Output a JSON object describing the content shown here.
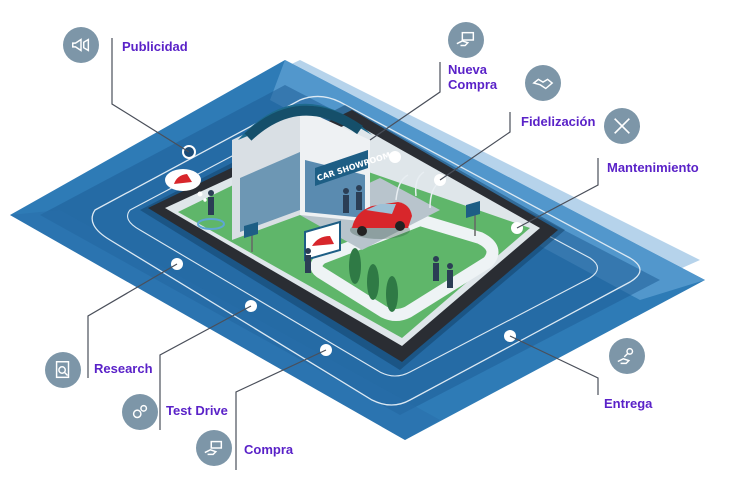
{
  "diagram": {
    "colors": {
      "label": "#5a22c8",
      "icon_bg": "#7d96a8",
      "line": "#4a4f5a",
      "board_outer": "#2e7bb6",
      "board_inner": "#1f5f98",
      "board_top": "#a9cbe8",
      "grass": "#5fb66a",
      "path": "#e8eef0",
      "car": "#d8262b",
      "roof": "#1d6a8c"
    },
    "showroom_sign": "CAR SHOWROOM",
    "labels": {
      "publicidad": "Publicidad",
      "nueva_compra_line1": "Nueva",
      "nueva_compra_line2": "Compra",
      "fidelizacion": "Fidelización",
      "mantenimiento": "Mantenimiento",
      "research": "Research",
      "test_drive": "Test Drive",
      "compra": "Compra",
      "entrega": "Entrega"
    },
    "icons": {
      "publicidad": "megaphone-icon",
      "nueva_compra": "money-hand-icon",
      "fidelizacion": "handshake-icon",
      "mantenimiento": "tools-icon",
      "research": "magnifier-document-icon",
      "test_drive": "gears-icon",
      "compra": "payment-hand-icon",
      "entrega": "key-hand-icon"
    }
  }
}
